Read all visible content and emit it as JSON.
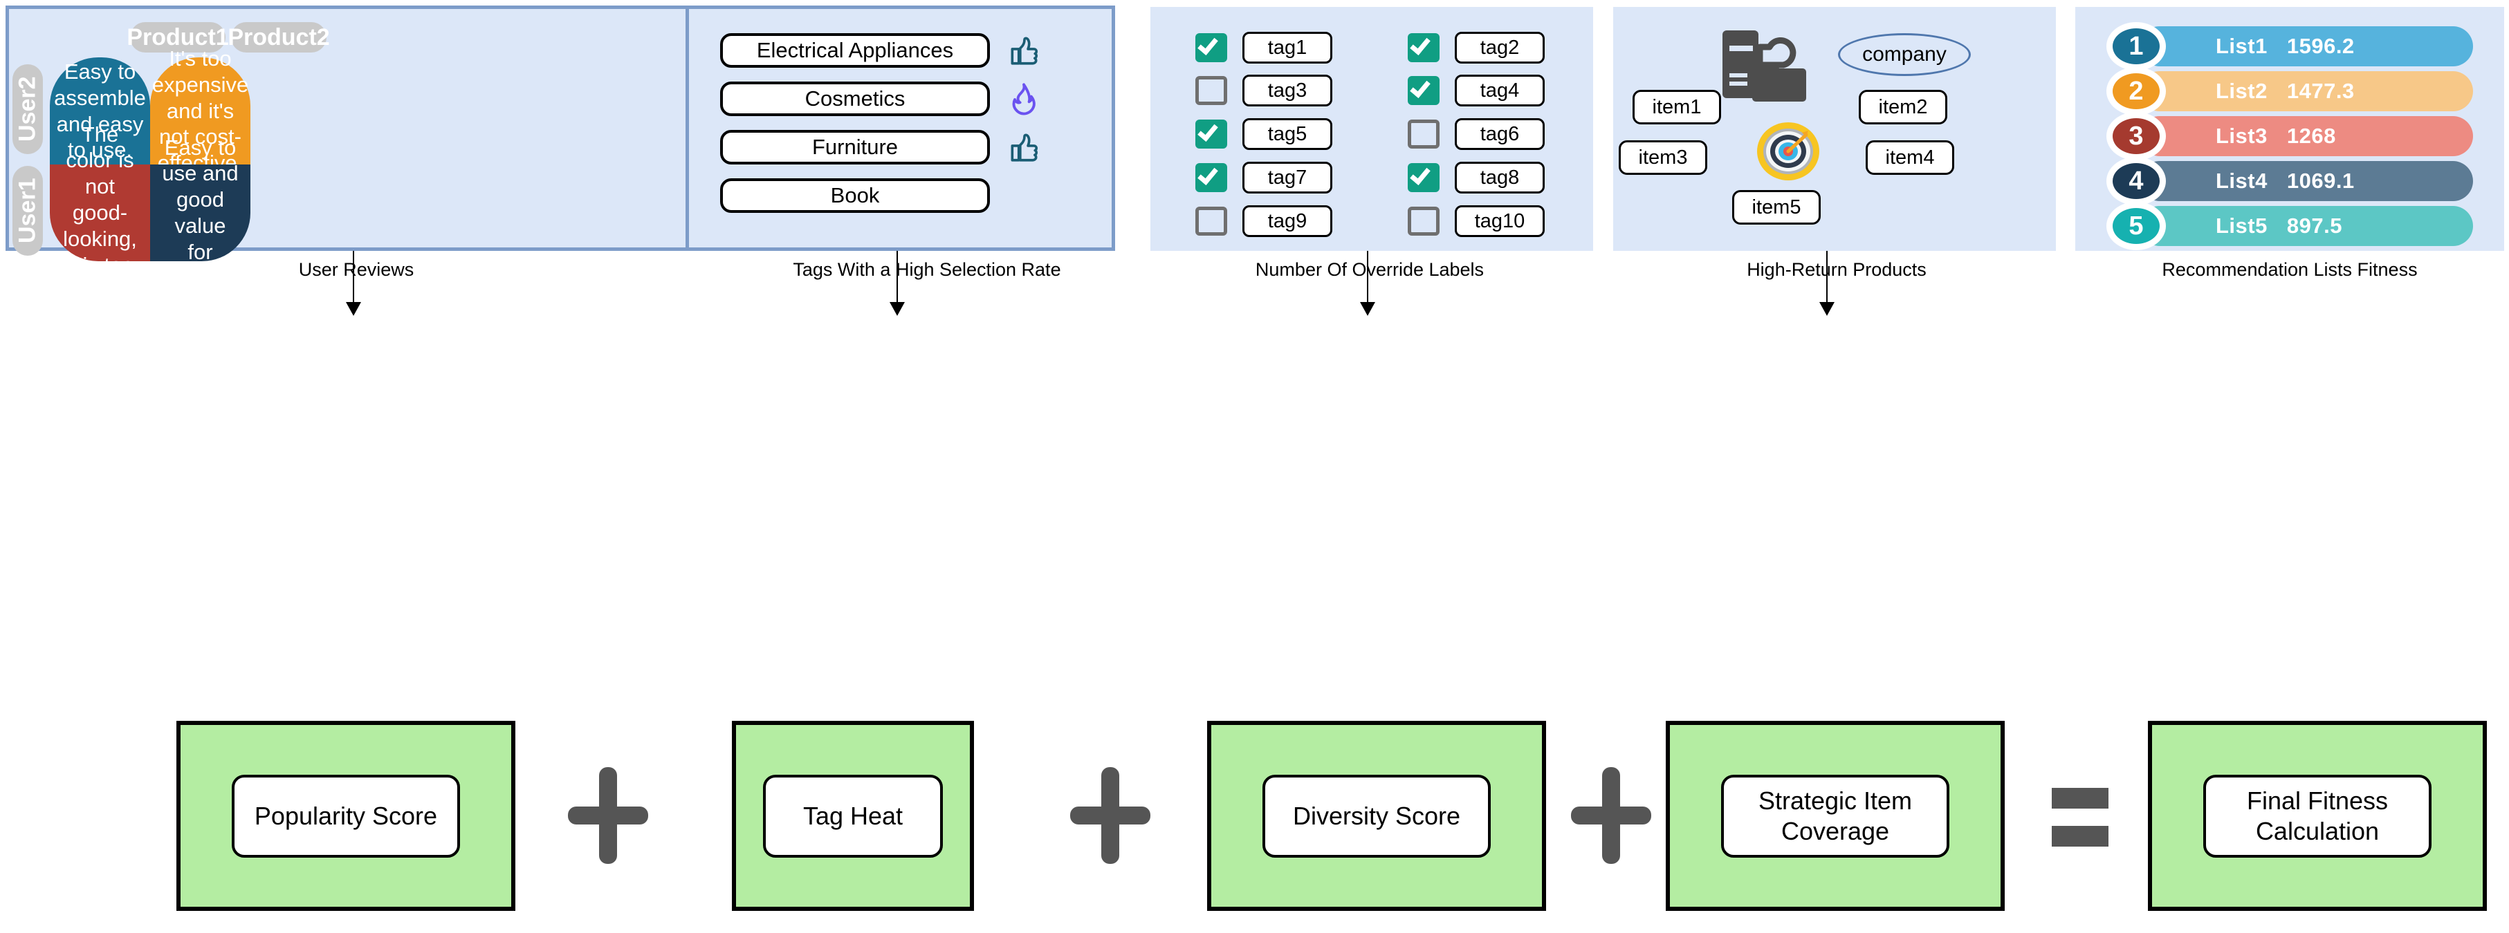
{
  "panels": {
    "user_reviews": {
      "caption": "User Reviews",
      "column_headers": [
        "Product1",
        "Product2"
      ],
      "row_headers": [
        "User2",
        "User1"
      ],
      "cells": [
        {
          "text": "Easy to assemble and easy to use.",
          "color": "#1a7296",
          "row": "User2",
          "col": "Product1"
        },
        {
          "text": "It's too expensive and it's not cost-effective.",
          "color": "#f09a21",
          "row": "User2",
          "col": "Product2"
        },
        {
          "text": "The color is not good-looking, it is too ugly.",
          "color": "#b03a32",
          "row": "User1",
          "col": "Product1"
        },
        {
          "text": "Easy to use and good value for money.",
          "color": "#1d3b56",
          "row": "User1",
          "col": "Product2"
        }
      ]
    },
    "tags_high_selection": {
      "caption": "Tags With a High Selection Rate",
      "items": [
        {
          "label": "Electrical Appliances",
          "reaction": "thumbs-up-icon",
          "reaction_color": "#1a5d74"
        },
        {
          "label": "Cosmetics",
          "reaction": "flame-icon",
          "reaction_color": "#6a52f0"
        },
        {
          "label": "Furniture",
          "reaction": "thumbs-up-icon",
          "reaction_color": "#1a5d74"
        },
        {
          "label": "Book",
          "reaction": "",
          "reaction_color": ""
        }
      ]
    },
    "override_labels": {
      "caption": "Number Of Override Labels",
      "checkbox_color": "#109e83",
      "tags": [
        {
          "label": "tag1",
          "checked": true
        },
        {
          "label": "tag2",
          "checked": true
        },
        {
          "label": "tag3",
          "checked": false
        },
        {
          "label": "tag4",
          "checked": true
        },
        {
          "label": "tag5",
          "checked": true
        },
        {
          "label": "tag6",
          "checked": false
        },
        {
          "label": "tag7",
          "checked": true
        },
        {
          "label": "tag8",
          "checked": true
        },
        {
          "label": "tag9",
          "checked": false
        },
        {
          "label": "tag10",
          "checked": false
        }
      ]
    },
    "high_return_products": {
      "caption": "High-Return Products",
      "company_label": "company",
      "server_icon": "server-cloud-folder-icon",
      "target_icon": "target-dartboard-icon",
      "items": [
        "item1",
        "item2",
        "item3",
        "item4",
        "item5"
      ]
    },
    "recommendation_fitness": {
      "caption": "Recommendation Lists Fitness",
      "rows": [
        {
          "rank": "1",
          "name": "List1",
          "value": "1596.2",
          "circle_color": "#1a7296",
          "bar_color": "#56b3dd"
        },
        {
          "rank": "2",
          "name": "List2",
          "value": "1477.3",
          "circle_color": "#f09a21",
          "bar_color": "#f7c888"
        },
        {
          "rank": "3",
          "name": "List3",
          "value": "1268",
          "circle_color": "#a53a2f",
          "bar_color": "#ed8b82"
        },
        {
          "rank": "4",
          "name": "List4",
          "value": "1069.1",
          "circle_color": "#1d3b56",
          "bar_color": "#5c7b94"
        },
        {
          "rank": "5",
          "name": "List5",
          "value": "897.5",
          "circle_color": "#16b1b0",
          "bar_color": "#5cc7c5"
        }
      ]
    }
  },
  "formula": {
    "boxes": [
      {
        "label": "Popularity Score"
      },
      {
        "label": "Tag Heat"
      },
      {
        "label": "Diversity Score"
      },
      {
        "label": "Strategic Item Coverage"
      },
      {
        "label": "Final Fitness Calculation"
      }
    ],
    "operators": [
      "+",
      "+",
      "+",
      "="
    ],
    "box_fill": "#b4eda2",
    "operator_color": "#555555"
  }
}
